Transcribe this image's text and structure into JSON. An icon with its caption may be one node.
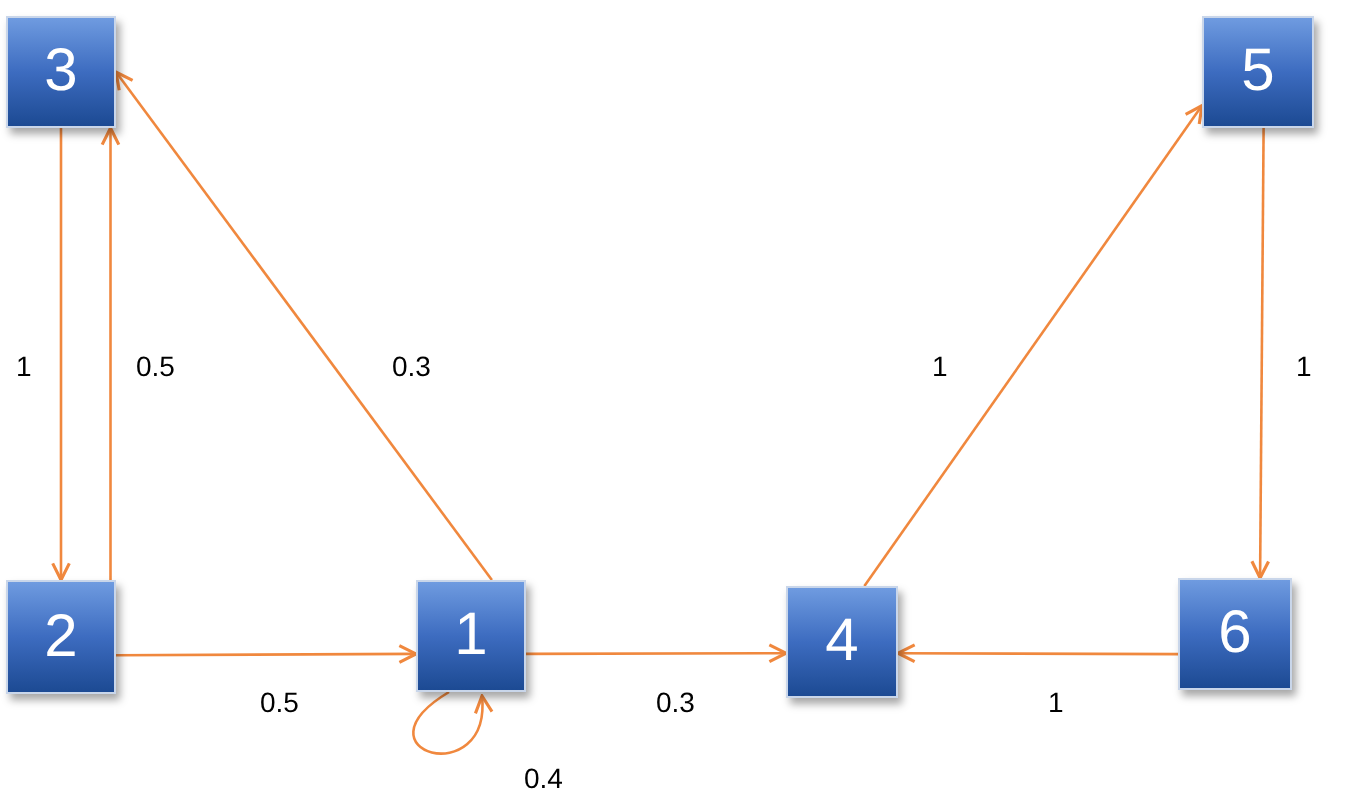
{
  "diagram": {
    "nodes": [
      {
        "text": [
          "3"
        ]
      },
      {
        "text": [
          "5"
        ]
      },
      {
        "text": [
          "2"
        ]
      },
      {
        "text": [
          "1"
        ]
      },
      {
        "text": [
          "4"
        ]
      },
      {
        "text": [
          "6"
        ]
      }
    ],
    "edges": [
      {
        "from": 0,
        "to": 2,
        "arrow": "to",
        "label": "1"
      },
      {
        "from": 2,
        "to": 0,
        "arrow": "to",
        "label": "0.5"
      },
      {
        "from": 3,
        "to": 0,
        "arrow": "to",
        "label": "0.3"
      },
      {
        "from": 2,
        "to": 3,
        "arrow": "to",
        "label": "0.5"
      },
      {
        "from": 3,
        "to": 3,
        "arrow": "to",
        "label": "0.4"
      },
      {
        "from": 3,
        "to": 4,
        "arrow": "to",
        "label": "0.3"
      },
      {
        "from": 4,
        "to": 1,
        "arrow": "to",
        "label": "1"
      },
      {
        "from": 1,
        "to": 5,
        "arrow": "to",
        "label": "1"
      },
      {
        "from": 5,
        "to": 4,
        "arrow": "to",
        "label": "1"
      }
    ]
  }
}
